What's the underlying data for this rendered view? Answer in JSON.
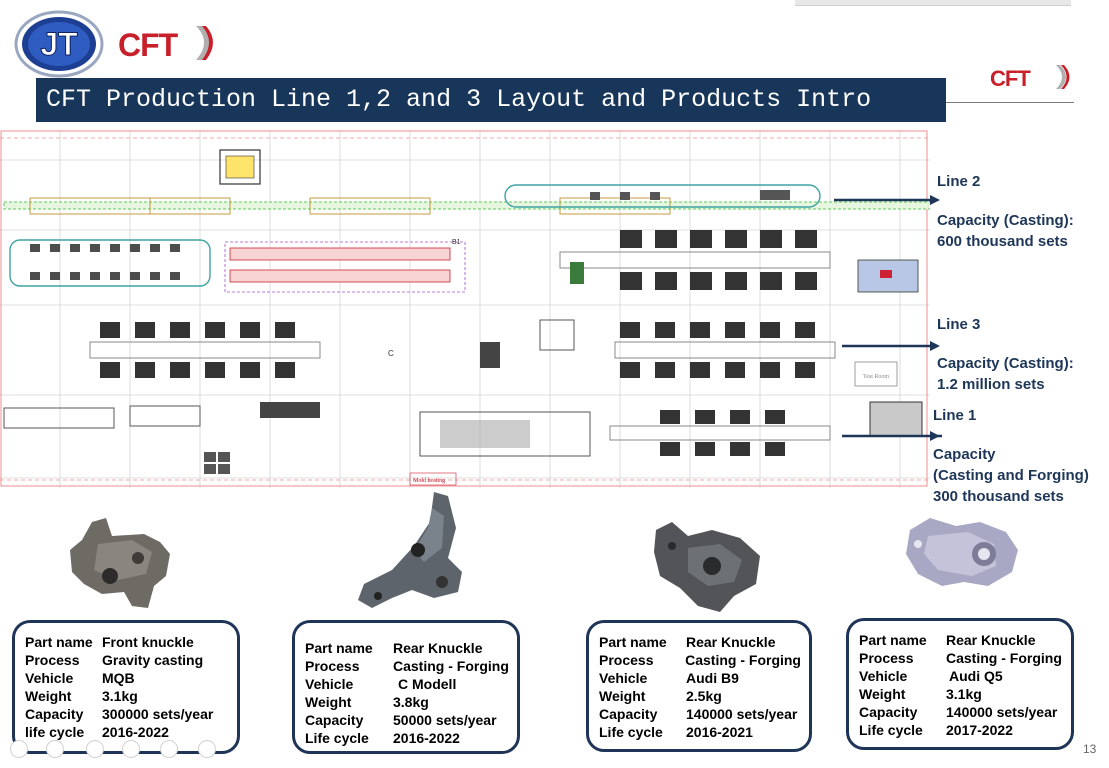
{
  "title": "CFT Production Line 1,2 and 3 Layout and Products Intro",
  "logos": {
    "left": "JT",
    "center": "CFT",
    "right": "CFT"
  },
  "plan_labels": [
    "Mold heating",
    "Test Room",
    "B1",
    "C"
  ],
  "lines": [
    {
      "name": "Line 2",
      "capacity_label": "Capacity (Casting):",
      "capacity_value": "600 thousand sets"
    },
    {
      "name": "Line 3",
      "capacity_label": "Capacity (Casting):",
      "capacity_value": "1.2 million sets"
    },
    {
      "name": "Line 1",
      "capacity_label": "Capacity",
      "capacity_note": "(Casting and Forging)",
      "capacity_value": "300 thousand sets"
    }
  ],
  "products": [
    {
      "rows": [
        {
          "key": "Part name",
          "value": "Front knuckle"
        },
        {
          "key": "Process",
          "value": "Gravity casting"
        },
        {
          "key": "Vehicle",
          "value": "MQB"
        },
        {
          "key": "Weight",
          "value": "3.1kg"
        },
        {
          "key": "Capacity",
          "value": "300000 sets/year"
        },
        {
          "key": "life cycle",
          "value": "2016-2022"
        }
      ]
    },
    {
      "rows": [
        {
          "key": "Part name",
          "value": "Rear Knuckle"
        },
        {
          "key": "Process",
          "value": "Casting - Forging"
        },
        {
          "key": "Vehicle",
          "value": "C Modell"
        },
        {
          "key": "Weight",
          "value": "3.8kg"
        },
        {
          "key": "Capacity",
          "value": "50000 sets/year"
        },
        {
          "key": "Life cycle",
          "value": "2016-2022"
        }
      ]
    },
    {
      "rows": [
        {
          "key": "Part name",
          "value": "Rear Knuckle"
        },
        {
          "key": "Process",
          "value": "Casting - Forging"
        },
        {
          "key": "Vehicle",
          "value": "Audi B9"
        },
        {
          "key": "Weight",
          "value": "2.5kg"
        },
        {
          "key": "Capacity",
          "value": "140000 sets/year"
        },
        {
          "key": "Life cycle",
          "value": "2016-2021"
        }
      ]
    },
    {
      "rows": [
        {
          "key": "Part name",
          "value": "Rear Knuckle"
        },
        {
          "key": "Process",
          "value": "Casting - Forging"
        },
        {
          "key": "Vehicle",
          "value": "Audi Q5"
        },
        {
          "key": "Weight",
          "value": "3.1kg"
        },
        {
          "key": "Capacity",
          "value": "140000 sets/year"
        },
        {
          "key": "Life cycle",
          "value": "2017-2022"
        }
      ]
    }
  ],
  "page_number": "13",
  "colors": {
    "title_bg": "#173659",
    "accent": "#1e3658",
    "brand_red": "#c8202a"
  }
}
